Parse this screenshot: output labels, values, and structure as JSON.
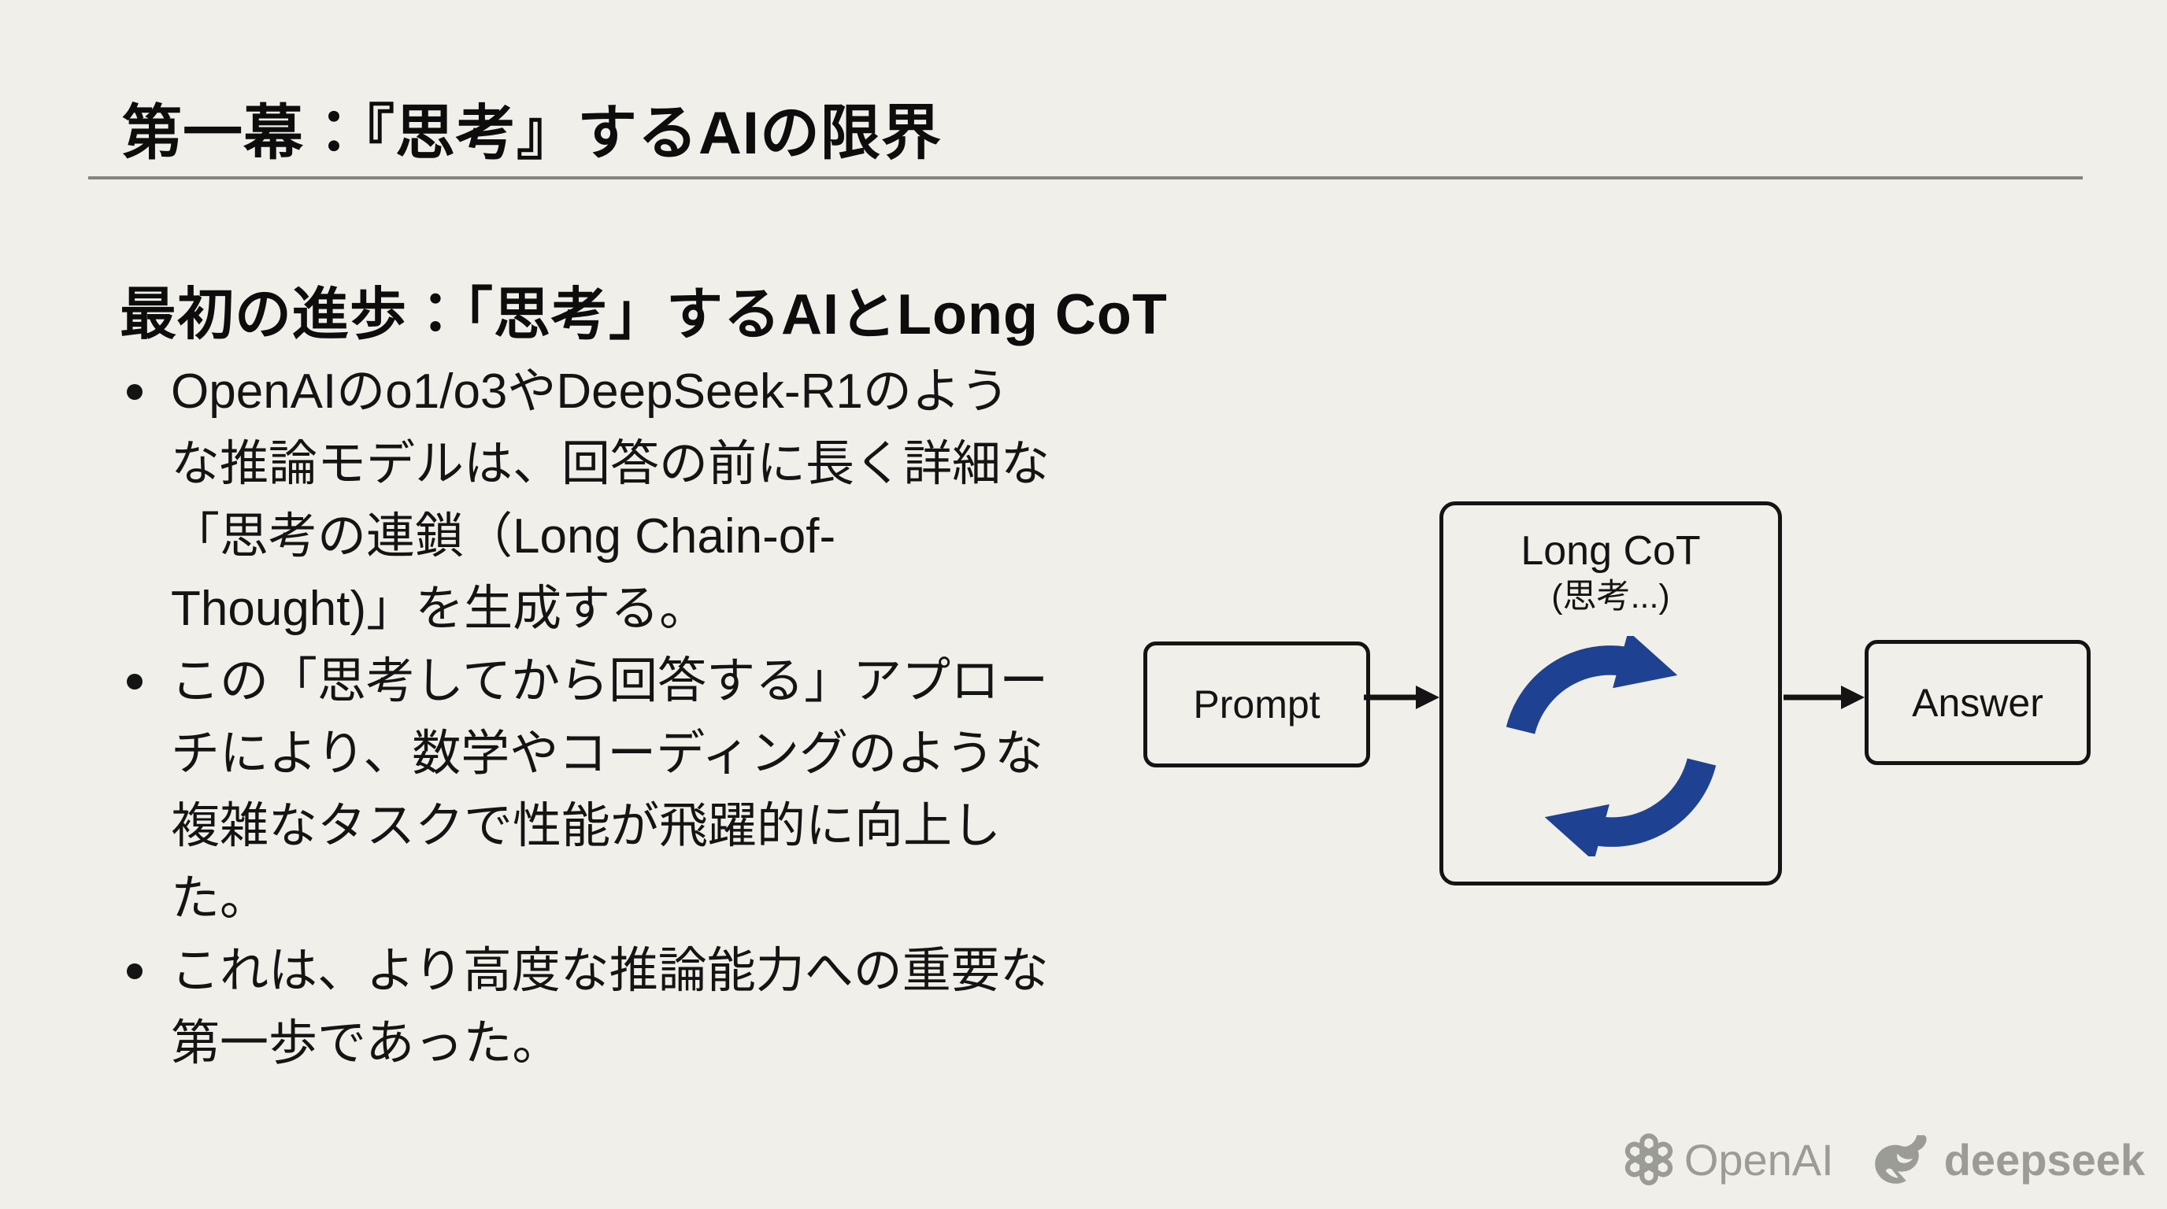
{
  "slide": {
    "title": "第一幕：『思考』するAIの限界",
    "subtitle": "最初の進歩：「思考」するAIとLong CoT",
    "bullets": [
      "OpenAIのo1/o3やDeepSeek-R1のような推論モデルは、回答の前に長く詳細な「思考の連鎖（Long Chain-of-Thought)」を生成する。",
      "この「思考してから回答する」アプローチにより、数学やコーディングのような複雑なタスクで性能が飛躍的に向上した。",
      "これは、より高度な推論能力への重要な第一歩であった。"
    ],
    "diagram": {
      "prompt_label": "Prompt",
      "cot_title": "Long CoT",
      "cot_subtitle": "(思考...)",
      "answer_label": "Answer",
      "flow": [
        "Prompt",
        "Long CoT (思考...)",
        "Answer"
      ],
      "cycle_icon": "cycle-arrows-icon"
    },
    "footer": {
      "openai_label": "OpenAI",
      "deepseek_label": "deepseek"
    },
    "colors": {
      "background": "#f0efe9",
      "text": "#111111",
      "divider": "#85847f",
      "box_border": "#141414",
      "cycle_blue": "#1e4191",
      "logo_gray": "#9c9c96"
    }
  }
}
